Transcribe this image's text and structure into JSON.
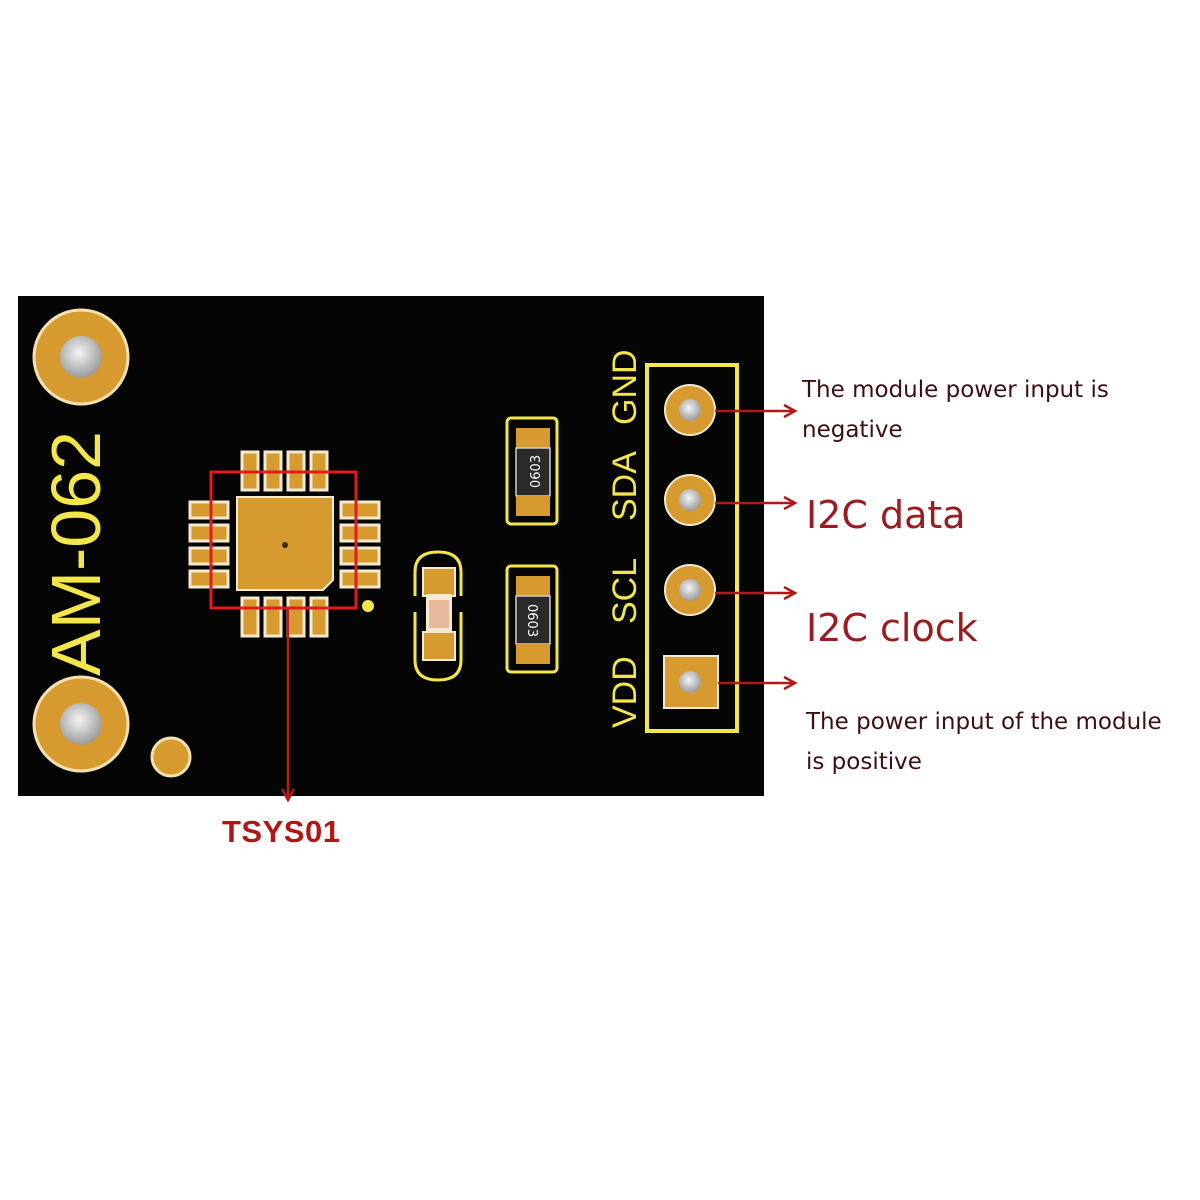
{
  "board": {
    "model": "AM-062",
    "pin_labels": [
      "VDD",
      "SCL",
      "SDA",
      "GND"
    ],
    "component_markings": [
      "0603",
      "0603"
    ],
    "colors": {
      "pcb": "#050505",
      "copper": "#d79a2f",
      "silkscreen": "#f2e64a",
      "annotation": "#b01818"
    }
  },
  "chip": {
    "label": "TSYS01"
  },
  "annotations": {
    "gnd": {
      "line1": "The module power input is",
      "line2": "negative"
    },
    "sda": {
      "text": "I2C data"
    },
    "scl": {
      "text": "I2C clock"
    },
    "vdd": {
      "line1": "The power input of the module",
      "line2": "is positive"
    }
  }
}
